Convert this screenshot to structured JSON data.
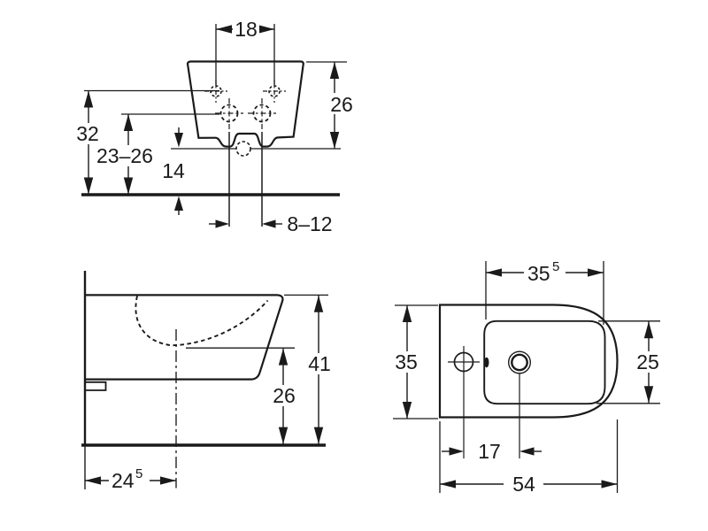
{
  "colors": {
    "line": "#1a1a1a",
    "background": "#ffffff"
  },
  "front_view": {
    "hanger_spacing": "18",
    "rim_to_outlet_height": "26",
    "hanger_height": "32",
    "fixing_height_range": "23–26",
    "outlet_height": "14",
    "supply_spacing_range": "8–12"
  },
  "side_view": {
    "rim_height": "26",
    "overall_height": "41",
    "depth_to_center_base": "24",
    "depth_to_center_sup": "5"
  },
  "top_view": {
    "basin_length_base": "35",
    "basin_length_sup": "5",
    "overall_width": "35",
    "basin_width": "25",
    "tap_to_drain": "17",
    "overall_length": "54"
  }
}
